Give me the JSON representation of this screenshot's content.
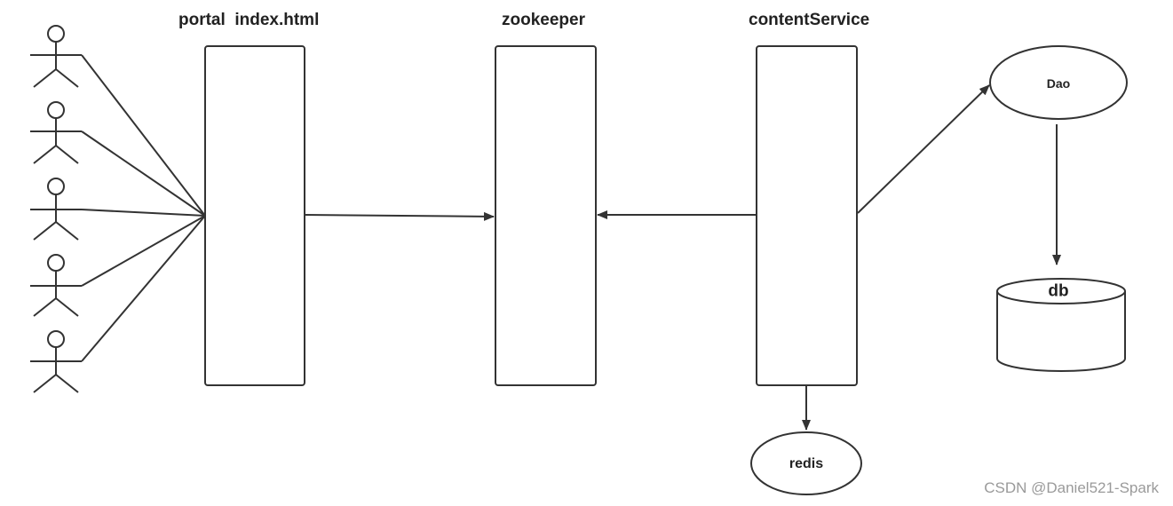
{
  "columns": {
    "portal": "portal  index.html",
    "zookeeper": "zookeeper",
    "content_service": "contentService"
  },
  "nodes": {
    "dao": "Dao",
    "db": "db",
    "redis": "redis"
  },
  "users": {
    "count": 5
  },
  "watermark": "CSDN @Daniel521-Spark",
  "colors": {
    "stroke": "#333333",
    "text": "#222222",
    "watermark": "#9a9a9a"
  },
  "icons": [
    "stick-figure-icon",
    "arrowhead-icon"
  ]
}
